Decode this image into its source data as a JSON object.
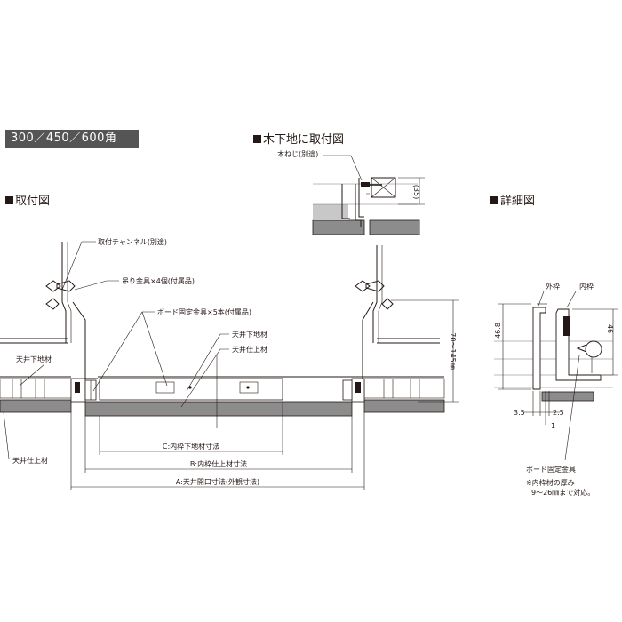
{
  "badge": "300／450／600角",
  "headings": {
    "wood": "木下地に取付図",
    "install": "取付図",
    "detail": "詳細図"
  },
  "wood_view": {
    "screw": "木ねじ(別途)",
    "dim": "(35)"
  },
  "install_view": {
    "channel": "取付チャンネル(別途)",
    "hanger": "吊り金具×4個(付属品)",
    "board_fix": "ボード固定金具×5本(付属品)",
    "base_right": "天井下地材",
    "finish_right": "天井仕上材",
    "base_left": "天井下地材",
    "finish_left": "天井仕上材",
    "height": "70～145㎜",
    "dim_c": "C:内枠下地材寸法",
    "dim_b": "B:内枠仕上材寸法",
    "dim_a": "A:天井開口寸法(外観寸法)"
  },
  "detail_view": {
    "outer": "外枠",
    "inner": "内枠",
    "h_left": "46.8",
    "h_right": "46",
    "w1": "3.5",
    "w2": "2.5",
    "w3": "1",
    "board_fix": "ボード固定金具",
    "note1": "※内枠材の厚み",
    "note2": "9～26㎜まで対応。"
  }
}
